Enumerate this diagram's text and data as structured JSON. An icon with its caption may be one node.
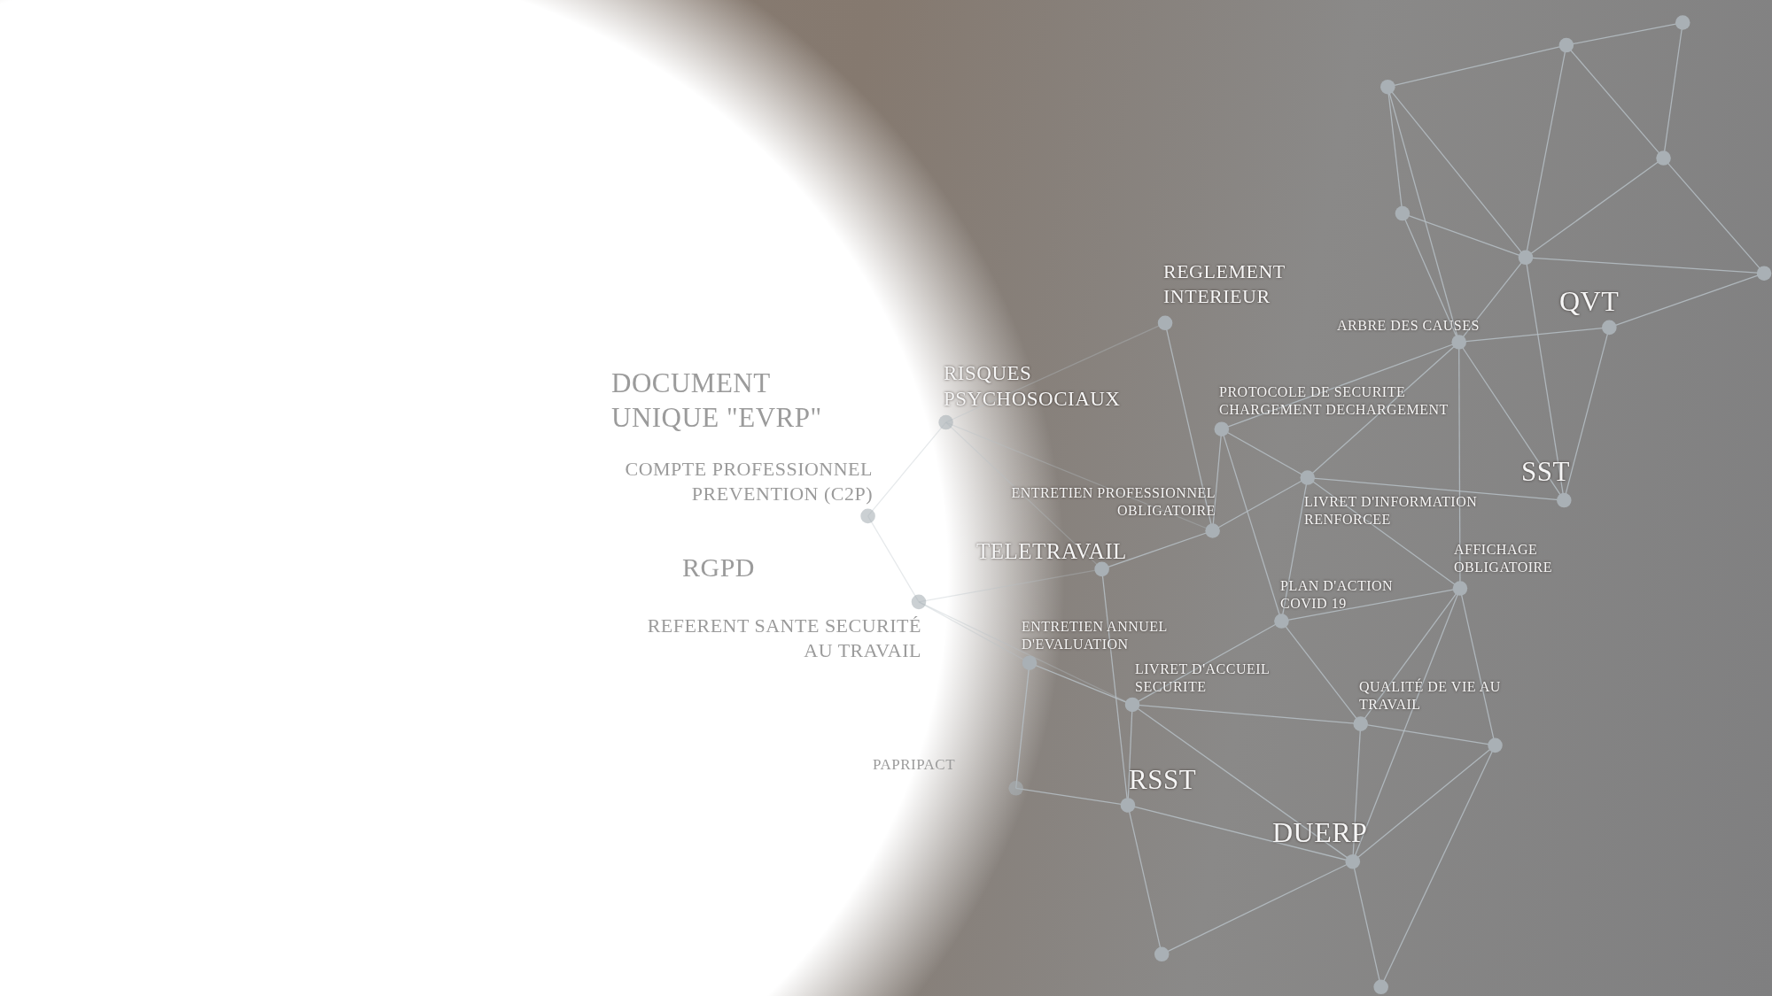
{
  "diagram": {
    "labels": [
      "REGLEMENT INTERIEUR",
      "ARBRE DES CAUSES",
      "QVT",
      "DOCUMENT UNIQUE \"EVRP\"",
      "RISQUES PSYCHOSOCIAUX",
      "PROTOCOLE DE SECURITE CHARGEMENT DECHARGEMENT",
      "SST",
      "COMPTE PROFESSIONNEL PREVENTION (C2P)",
      "ENTRETIEN PROFESSIONNEL OBLIGATOIRE",
      "LIVRET D'INFORMATION RENFORCEE",
      "TELETRAVAIL",
      "AFFICHAGE OBLIGATOIRE",
      "RGPD",
      "PLAN D'ACTION COVID 19",
      "REFERENT SANTE SECURITÉ AU TRAVAIL",
      "ENTRETIEN ANNUEL D'EVALUATION",
      "LIVRET D'ACCUEIL SECURITE",
      "QUALITÉ DE VIE AU TRAVAIL",
      "PAPRIPACT",
      "RSST",
      "DUERP"
    ]
  }
}
